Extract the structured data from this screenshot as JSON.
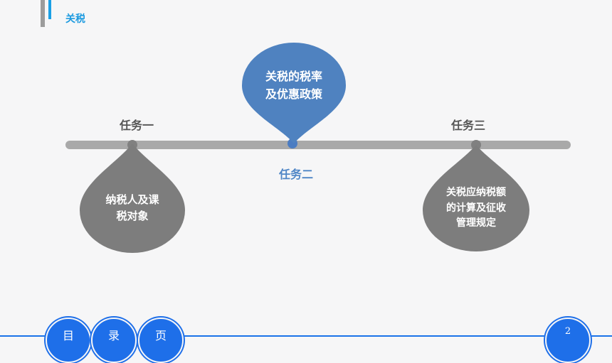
{
  "header": {
    "title": "关税"
  },
  "tasks": [
    {
      "label": "任务一",
      "bubble_lines": [
        "纳税人及课",
        "税对象"
      ]
    },
    {
      "label": "任务二",
      "bubble_lines": [
        "关税的税率",
        "及优惠政策"
      ]
    },
    {
      "label": "任务三",
      "bubble_lines": [
        "关税应纳税额",
        "的计算及征收",
        "管理规定"
      ]
    }
  ],
  "footer": {
    "nav": [
      "目",
      "录",
      "页"
    ],
    "page_number": "2"
  },
  "colors": {
    "accent_blue": "#1e9be0",
    "bubble_blue": "#4f82c0",
    "bubble_gray": "#7d7d7d",
    "footer_blue": "#1e6fe9"
  }
}
